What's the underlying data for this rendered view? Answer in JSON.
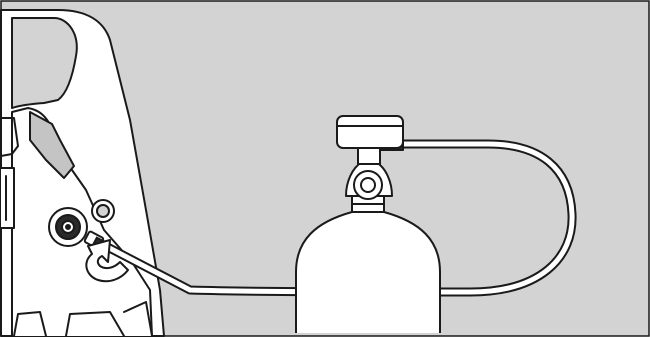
{
  "figure": {
    "background": "#d3d3d3",
    "outline": "#1a1a1a",
    "fill_white": "#ffffff",
    "fill_shadow": "#c4c4c4",
    "parts": [
      "appliance-housing",
      "gas-inlet-port",
      "connect-direction-arrow",
      "connection-hose",
      "gas-cylinder",
      "cylinder-valve",
      "cylinder-cap"
    ]
  }
}
